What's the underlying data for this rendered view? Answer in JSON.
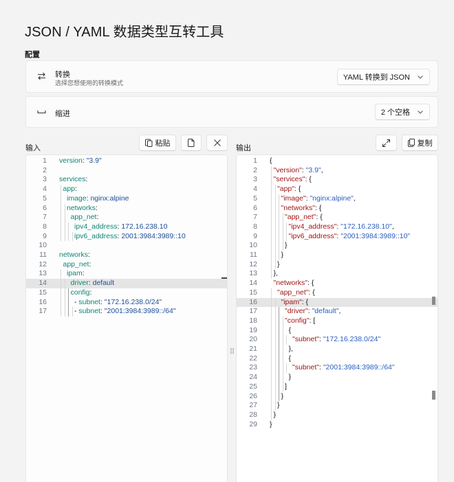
{
  "page": {
    "title": "JSON / YAML 数据类型互转工具"
  },
  "config": {
    "section_label": "配置",
    "conversion": {
      "icon": "swap-arrows-icon",
      "title": "转换",
      "description": "选择您想使用的转换模式",
      "selected": "YAML 转换到 JSON"
    },
    "indentation": {
      "icon": "space-bar-icon",
      "title": "缩进",
      "selected": "2 个空格"
    }
  },
  "input": {
    "label": "输入",
    "buttons": {
      "paste": "粘贴",
      "open_file_icon": "file-icon",
      "clear_icon": "close-icon"
    },
    "highlighted_line": 14,
    "lines": [
      {
        "n": "1",
        "indent": 0,
        "key": "version",
        "value": "\"3.9\""
      },
      {
        "n": "2",
        "indent": 0,
        "key": "",
        "value": ""
      },
      {
        "n": "3",
        "indent": 0,
        "key": "services",
        "value": ""
      },
      {
        "n": "4",
        "indent": 1,
        "key": "app",
        "value": ""
      },
      {
        "n": "5",
        "indent": 2,
        "key": "image",
        "value": "nginx:alpine"
      },
      {
        "n": "6",
        "indent": 2,
        "key": "networks",
        "value": ""
      },
      {
        "n": "7",
        "indent": 3,
        "key": "app_net",
        "value": ""
      },
      {
        "n": "8",
        "indent": 4,
        "key": "ipv4_address",
        "value": "172.16.238.10"
      },
      {
        "n": "9",
        "indent": 4,
        "key": "ipv6_address",
        "value": "2001:3984:3989::10"
      },
      {
        "n": "10",
        "indent": 0,
        "key": "",
        "value": ""
      },
      {
        "n": "11",
        "indent": 0,
        "key": "networks",
        "value": ""
      },
      {
        "n": "12",
        "indent": 1,
        "key": "app_net",
        "value": ""
      },
      {
        "n": "13",
        "indent": 2,
        "key": "ipam",
        "value": ""
      },
      {
        "n": "14",
        "indent": 3,
        "key": "driver",
        "value": "default"
      },
      {
        "n": "15",
        "indent": 3,
        "key": "config",
        "value": ""
      },
      {
        "n": "16",
        "indent": 4,
        "dash": true,
        "key": "subnet",
        "value": "\"172.16.238.0/24\""
      },
      {
        "n": "17",
        "indent": 4,
        "dash": true,
        "key": "subnet",
        "value": "\"2001:3984:3989::/64\""
      }
    ]
  },
  "output": {
    "label": "输出",
    "buttons": {
      "expand_icon": "expand-icon",
      "copy": "复制"
    },
    "highlighted_line": 16,
    "lines": [
      {
        "n": "1",
        "indent": 0,
        "text": "{"
      },
      {
        "n": "2",
        "indent": 1,
        "key": "\"version\"",
        "value": "\"3.9\"",
        "tail": ","
      },
      {
        "n": "3",
        "indent": 1,
        "key": "\"services\"",
        "tail": ": {"
      },
      {
        "n": "4",
        "indent": 2,
        "key": "\"app\"",
        "tail": ": {"
      },
      {
        "n": "5",
        "indent": 3,
        "key": "\"image\"",
        "value": "\"nginx:alpine\"",
        "tail": ","
      },
      {
        "n": "6",
        "indent": 3,
        "key": "\"networks\"",
        "tail": ": {"
      },
      {
        "n": "7",
        "indent": 4,
        "key": "\"app_net\"",
        "tail": ": {"
      },
      {
        "n": "8",
        "indent": 5,
        "key": "\"ipv4_address\"",
        "value": "\"172.16.238.10\"",
        "tail": ","
      },
      {
        "n": "9",
        "indent": 5,
        "key": "\"ipv6_address\"",
        "value": "\"2001:3984:3989::10\"",
        "tail": ""
      },
      {
        "n": "10",
        "indent": 4,
        "text": "}"
      },
      {
        "n": "11",
        "indent": 3,
        "text": "}"
      },
      {
        "n": "12",
        "indent": 2,
        "text": "}"
      },
      {
        "n": "13",
        "indent": 1,
        "text": "},"
      },
      {
        "n": "14",
        "indent": 1,
        "key": "\"networks\"",
        "tail": ": {"
      },
      {
        "n": "15",
        "indent": 2,
        "key": "\"app_net\"",
        "tail": ": {"
      },
      {
        "n": "16",
        "indent": 3,
        "key": "\"ipam\"",
        "tail": ": {"
      },
      {
        "n": "17",
        "indent": 4,
        "key": "\"driver\"",
        "value": "\"default\"",
        "tail": ","
      },
      {
        "n": "18",
        "indent": 4,
        "key": "\"config\"",
        "tail": ": ["
      },
      {
        "n": "19",
        "indent": 5,
        "text": "{"
      },
      {
        "n": "20",
        "indent": 6,
        "key": "\"subnet\"",
        "value": "\"172.16.238.0/24\"",
        "tail": ""
      },
      {
        "n": "21",
        "indent": 5,
        "text": "},"
      },
      {
        "n": "22",
        "indent": 5,
        "text": "{"
      },
      {
        "n": "23",
        "indent": 6,
        "key": "\"subnet\"",
        "value": "\"2001:3984:3989::/64\"",
        "tail": ""
      },
      {
        "n": "24",
        "indent": 5,
        "text": "}"
      },
      {
        "n": "25",
        "indent": 4,
        "text": "]"
      },
      {
        "n": "26",
        "indent": 3,
        "text": "}"
      },
      {
        "n": "27",
        "indent": 2,
        "text": "}"
      },
      {
        "n": "28",
        "indent": 1,
        "text": "}"
      },
      {
        "n": "29",
        "indent": 0,
        "text": "}"
      }
    ]
  },
  "colors": {
    "yaml_key": "#0e8577",
    "yaml_value": "#1e4d97",
    "json_key": "#a31515",
    "json_value": "#2a5ec0",
    "line_highlight": "#e5e5e5",
    "background": "#f3f3f3"
  }
}
